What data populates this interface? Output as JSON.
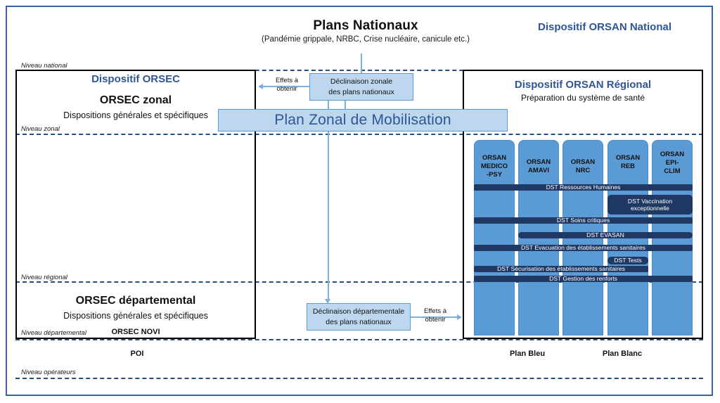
{
  "header": {
    "plans_nationaux_title": "Plans Nationaux",
    "plans_nationaux_subtitle": "(Pandémie grippale, NRBC, Crise nucléaire, canicule etc.)",
    "orsan_national_title": "Dispositif ORSAN National"
  },
  "levels": {
    "national": "Niveau national",
    "zonal": "Niveau zonal",
    "regional": "Niveau régional",
    "departemental": "Niveau départemental",
    "operateurs": "Niveau opérateurs"
  },
  "orsec": {
    "head": "Dispositif ORSEC",
    "zonal_title": "ORSEC zonal",
    "zonal_subtitle": "Dispositions générales et spécifiques",
    "departemental_title": "ORSEC départemental",
    "departemental_subtitle": "Dispositions générales et spécifiques",
    "novi": "ORSEC NOVI"
  },
  "orsan_regional": {
    "title": "Dispositif ORSAN Régional",
    "subtitle": "Préparation du système de santé"
  },
  "flow": {
    "declinaison_zonale": "Déclinaison zonale\ndes plans nationaux",
    "declinaison_zonale_line1": "Déclinaison zonale",
    "declinaison_zonale_line2": "des plans nationaux",
    "declinaison_departementale_line1": "Déclinaison départementale",
    "declinaison_departementale_line2": "des plans nationaux",
    "effets_a_obtenir_line1": "Effets à",
    "effets_a_obtenir_line2": "obtenir",
    "plan_zonal": "Plan Zonal de Mobilisation"
  },
  "volets": [
    {
      "id": "medico-psy",
      "lines": [
        "ORSAN",
        "MEDICO",
        "-PSY"
      ]
    },
    {
      "id": "amavi",
      "lines": [
        "ORSAN",
        "AMAVI"
      ]
    },
    {
      "id": "nrc",
      "lines": [
        "ORSAN",
        "NRC"
      ]
    },
    {
      "id": "reb",
      "lines": [
        "ORSAN",
        "REB"
      ]
    },
    {
      "id": "epi-clim",
      "lines": [
        "ORSAN",
        "EPI-",
        "CLIM"
      ]
    }
  ],
  "dst_bars": [
    {
      "id": "ressources-humaines",
      "label": "DST Ressources Humaines"
    },
    {
      "id": "vaccination-exceptionnelle",
      "label": "DST Vaccination exceptionnelle",
      "line1": "DST Vaccination",
      "line2": "exceptionnelle"
    },
    {
      "id": "soins-critiques",
      "label": "DST Soins critiques"
    },
    {
      "id": "evasan",
      "label": "DST EVASAN"
    },
    {
      "id": "evacuation-etablissements-sanitaires",
      "label": "DST Evacuation des établissements sanitaires"
    },
    {
      "id": "tests",
      "label": "DST Tests"
    },
    {
      "id": "securisation-etablissements-sanitaires",
      "label": "DST Sécurisation des établissements sanitaires"
    },
    {
      "id": "gestion-des-renforts",
      "label": "DST Gestion des renforts"
    }
  ],
  "bottom_labels": {
    "poi": "POI",
    "plan_bleu": "Plan Bleu",
    "plan_blanc": "Plan Blanc"
  },
  "colors": {
    "frame_blue": "#3a62a8",
    "title_blue": "#2f5597",
    "box_fill": "#bdd7ee",
    "box_border": "#5b9bd5",
    "volet_fill": "#5b9bd5",
    "dst_fill": "#1f3864",
    "dash_blue": "#2a4d80"
  }
}
